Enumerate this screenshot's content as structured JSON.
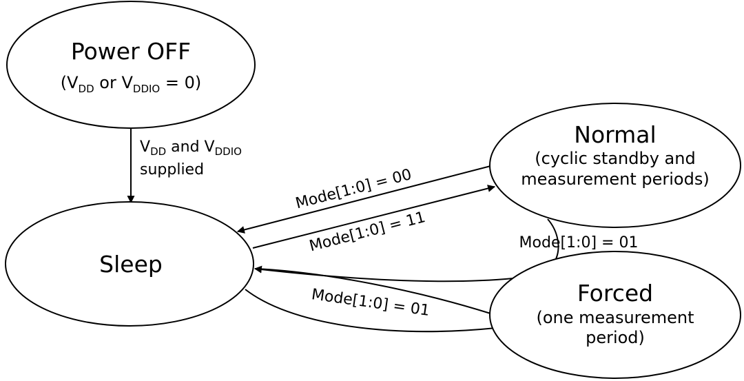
{
  "colors": {
    "stroke": "#000000",
    "fill": "#ffffff",
    "text": "#000000"
  },
  "states": {
    "power_off": {
      "title": "Power OFF",
      "sub": {
        "open": "(V",
        "dd": "DD",
        "mid": " or V",
        "ddio": "DDIO",
        "close": " = 0)"
      }
    },
    "sleep": {
      "title": "Sleep"
    },
    "normal": {
      "title": "Normal",
      "line1": "(cyclic standby and",
      "line2": "measurement periods)"
    },
    "forced": {
      "title": "Forced",
      "line1": "(one measurement",
      "line2": "period)"
    }
  },
  "edges": {
    "supplied": {
      "v1": "V",
      "dd": "DD",
      "and": " and V",
      "ddio": "DDIO",
      "line2": "supplied"
    },
    "normal_to_sleep": "Mode[1:0] = 00",
    "sleep_to_normal": "Mode[1:0] = 11",
    "normal_to_forced": "Mode[1:0] = 01",
    "sleep_to_forced": "Mode[1:0] = 01"
  }
}
